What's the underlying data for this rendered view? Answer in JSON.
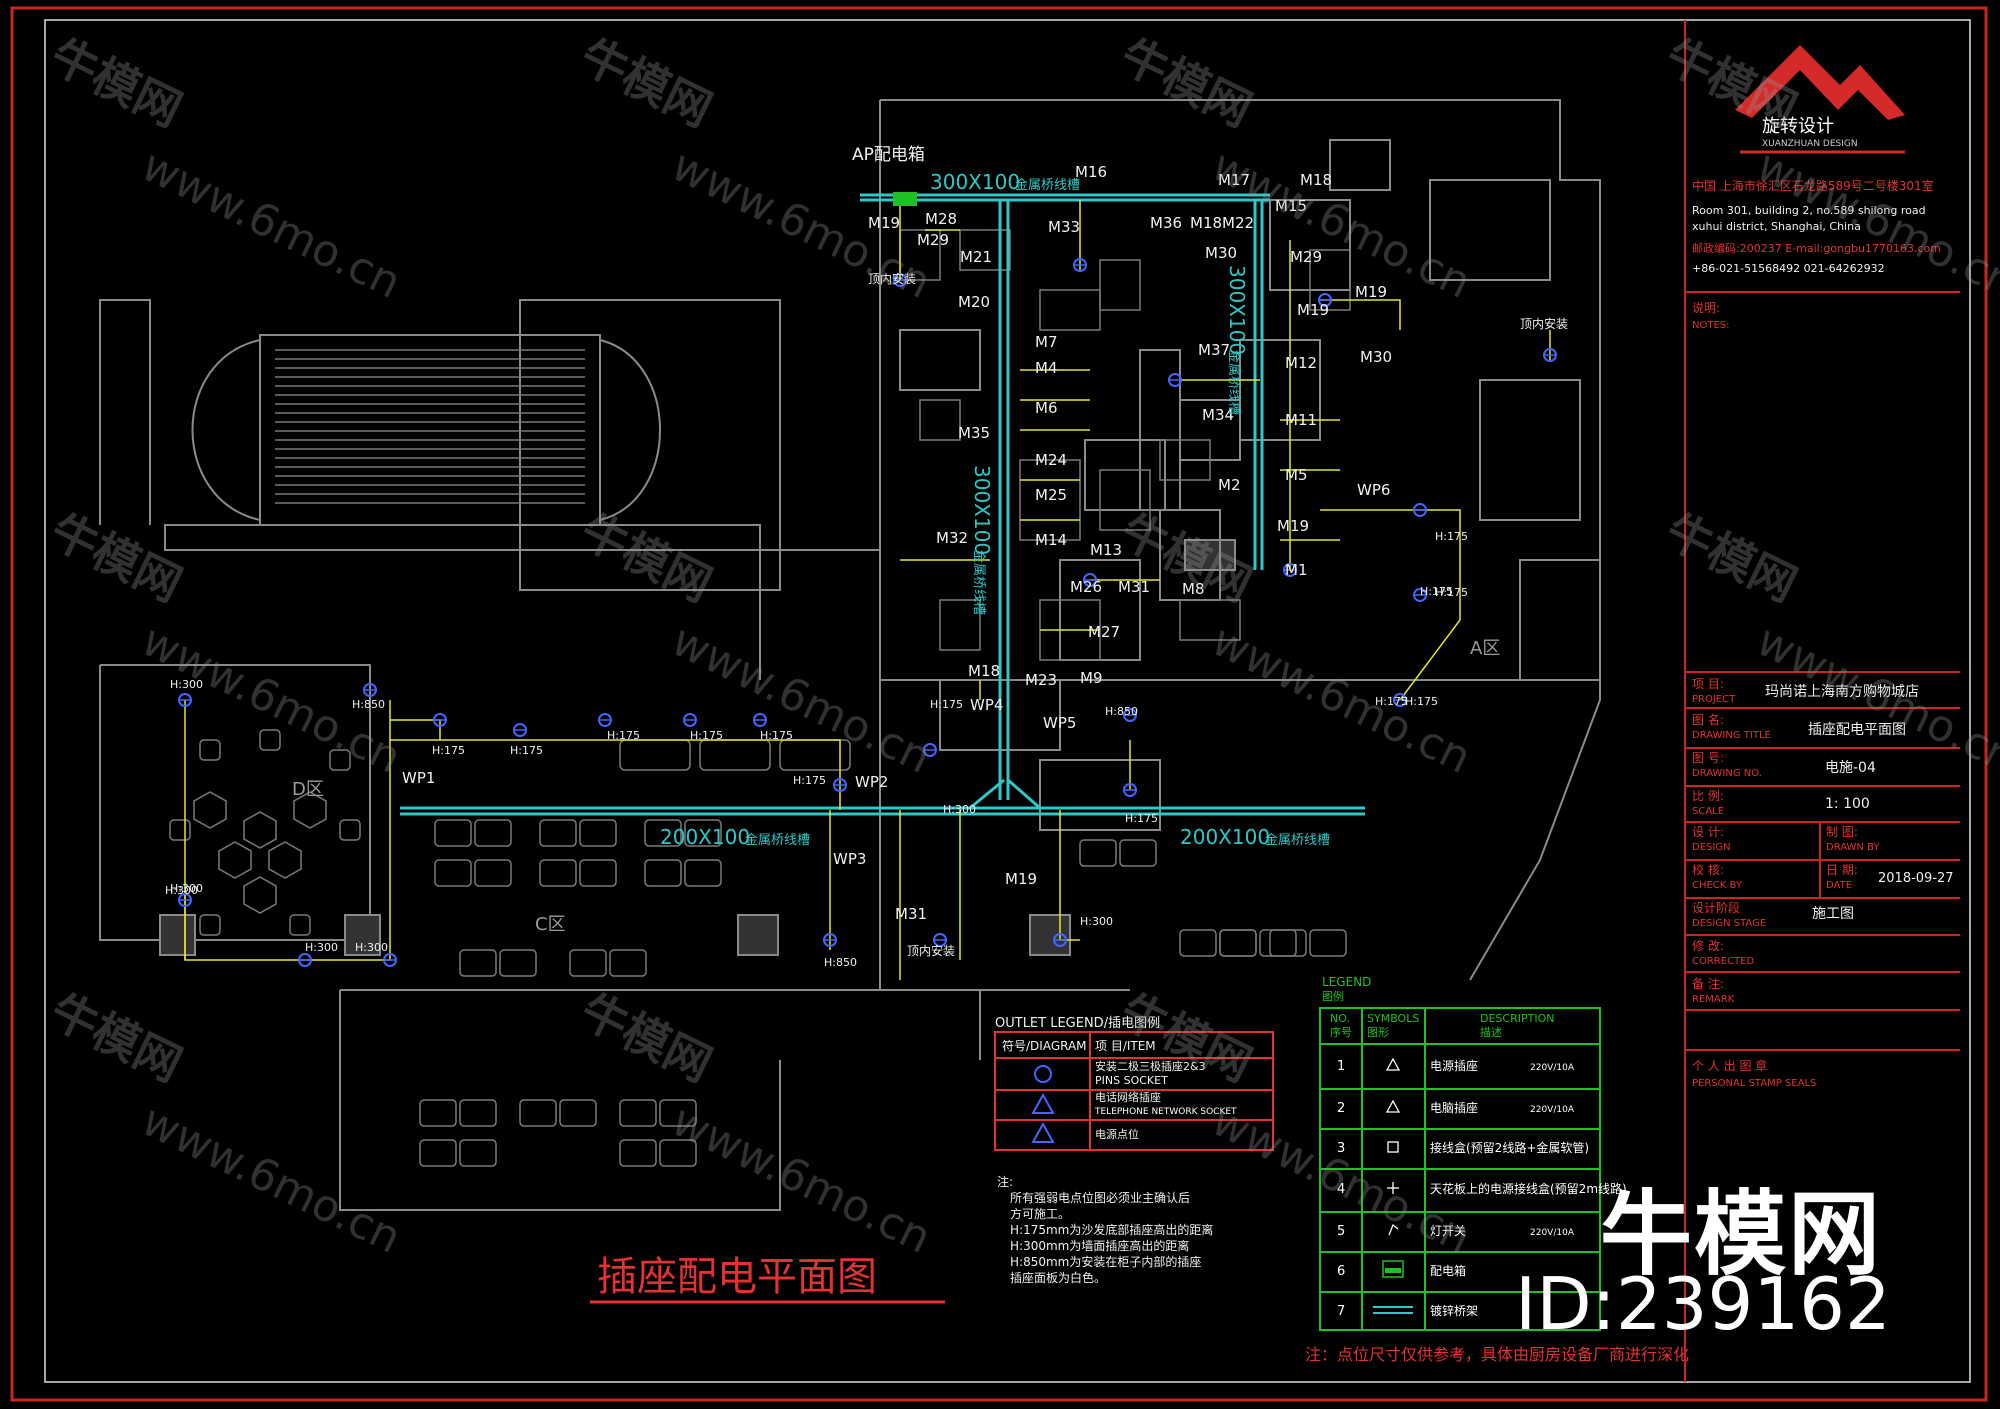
{
  "drawing": {
    "title": "插座配电平面图",
    "ap_label": "AP配电箱",
    "trays": [
      {
        "label": "300X100",
        "sub": "金属桥线槽"
      },
      {
        "label": "300X100",
        "sub": "金属桥线槽"
      },
      {
        "label": "300X100",
        "sub": "金属桥线槽"
      },
      {
        "label": "200X100",
        "sub": "金属桥线槽"
      },
      {
        "label": "200X100",
        "sub": "金属桥线槽"
      }
    ],
    "zones": [
      "D区",
      "C区",
      "A区"
    ],
    "circuits": [
      "M16",
      "M17",
      "M18",
      "M15",
      "M28",
      "M19",
      "M29",
      "M33",
      "M36",
      "M18M22",
      "M21",
      "M30",
      "M29",
      "M20",
      "M19",
      "M19",
      "M7",
      "M4",
      "M37",
      "M12",
      "M30",
      "M6",
      "M34",
      "M11",
      "M35",
      "M24",
      "M5",
      "M25",
      "M2",
      "WP6",
      "M32",
      "M14",
      "M13",
      "M19",
      "M26",
      "M31",
      "M8",
      "M1",
      "M27",
      "M18",
      "M23",
      "M9",
      "WP4",
      "WP5",
      "WP1",
      "WP2",
      "WP3",
      "M31",
      "M19"
    ],
    "heights": [
      "H:300",
      "H:300",
      "H:175",
      "H:175",
      "H:175",
      "H:175",
      "H:175",
      "H:175",
      "H:175",
      "H:175",
      "H:175",
      "H:850",
      "H:175",
      "H:300",
      "H:300",
      "H:300",
      "H:300",
      "H:850",
      "H:850",
      "H:300",
      "H:175",
      "H:175",
      "H:175"
    ],
    "notes_top": [
      "顶内安装",
      "顶内安装",
      "顶内安装"
    ]
  },
  "outlet_legend": {
    "title": "OUTLET LEGEND/插电图例",
    "head_symbol": "符号/DIAGRAM",
    "head_item": "项 目/ITEM",
    "rows": [
      {
        "item": "安装二极三极插座2&3",
        "item_en": "PINS SOCKET"
      },
      {
        "item": "电话网络插座",
        "item_en": "TELEPHONE NETWORK SOCKET"
      },
      {
        "item": "电源点位",
        "item_en": ""
      }
    ]
  },
  "notes": {
    "title": "注:",
    "lines": [
      "所有强弱电点位图必须业主确认后",
      "方可施工。",
      "H:175mm为沙发底部插座高出的距离",
      "H:300mm为墙面插座高出的距离",
      "H:850mm为安装在柜子内部的插座",
      "插座面板为白色。"
    ]
  },
  "legend": {
    "title": "LEGEND",
    "title_cn": "图例",
    "head_no": "NO.",
    "head_no_cn": "序号",
    "head_sym": "SYMBOLS",
    "head_sym_cn": "图形",
    "head_desc": "DESCRIPTION",
    "head_desc_cn": "描述",
    "rows": [
      {
        "no": "1",
        "desc": "电源插座",
        "spec": "220V/10A"
      },
      {
        "no": "2",
        "desc": "电脑插座",
        "spec": "220V/10A"
      },
      {
        "no": "3",
        "desc": "接线盒(预留2线路+金属软管)",
        "spec": ""
      },
      {
        "no": "4",
        "desc": "天花板上的电源接线盒(预留2m线路)",
        "spec": ""
      },
      {
        "no": "5",
        "desc": "灯开关",
        "spec": "220V/10A"
      },
      {
        "no": "6",
        "desc": "配电箱",
        "spec": ""
      },
      {
        "no": "7",
        "desc": "镀锌桥架",
        "spec": ""
      }
    ],
    "footnote": "注：点位尺寸仅供参考，具体由厨房设备厂商进行深化"
  },
  "title_block": {
    "logo_text": "旋转设计",
    "logo_en": "XUANZHUAN DESIGN",
    "addr_cn": "中国  上海市徐汇区石龙路589号二号楼301室",
    "addr_en1": "Room 301, building 2, no.589 shilong road",
    "addr_en2": "xuhui district, Shanghai, China",
    "contact": "邮政编码:200237  E-mail:gongbu1770163.com",
    "phone": "+86-021-51568492  021-64262932",
    "notes_label": "说明:",
    "notes_en": "NOTES:",
    "project_label": "项 目:",
    "project_en": "PROJECT",
    "project_val": "玛尚诺上海南方购物城店",
    "drawing_label": "图 名:",
    "drawing_en": "DRAWING TITLE",
    "drawing_val": "插座配电平面图",
    "no_label": "图 号:",
    "no_en": "DRAWING NO.",
    "no_val": "电施-04",
    "scale_label": "比 例:",
    "scale_en": "SCALE",
    "scale_val": "1: 100",
    "design_label": "设 计:",
    "design_en": "DESIGN",
    "drawn_label": "制 图:",
    "drawn_en": "DRAWN BY",
    "check_label": "校 核:",
    "check_en": "CHECK BY",
    "date_label": "日 期:",
    "date_en": "DATE",
    "date_val": "2018-09-27",
    "stage_label": "设计阶段",
    "stage_en": "DESIGN STAGE",
    "stage_val": "施工图",
    "corrected_label": "修 改:",
    "corrected_en": "CORRECTED",
    "remark_label": "备 注:",
    "remark_en": "REMARK",
    "stamp_label": "个 人 出 图 章",
    "stamp_en": "PERSONAL STAMP SEALS"
  },
  "watermark": {
    "cn": "牛模网",
    "url": "www.6mo.cn"
  },
  "brand": {
    "name": "牛模网",
    "id": "ID:239162"
  },
  "colors": {
    "bg": "#000000",
    "frame": "#c8261e",
    "tray": "#2fc8c8",
    "wire": "#e6e62a",
    "socket": "#4466ff",
    "legend": "#22c022",
    "wall": "#8a8a8a",
    "text": "#f0f0f0"
  }
}
